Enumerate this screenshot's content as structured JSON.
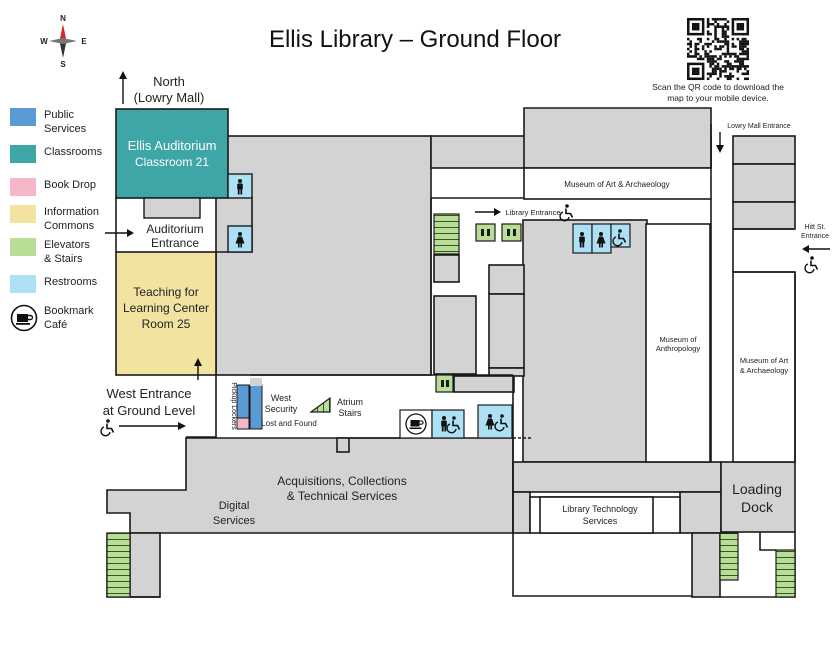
{
  "title": "Ellis Library – Ground Floor",
  "compass": {
    "n": "N",
    "s": "S",
    "e": "E",
    "w": "W"
  },
  "qr_note": "Scan the QR code to download the map to your mobile device.",
  "legend": [
    {
      "label": "Public Services",
      "color": "#5b9bd5"
    },
    {
      "label": "Classrooms",
      "color": "#3fa6a8"
    },
    {
      "label": "Book Drop",
      "color": "#f6b8c8"
    },
    {
      "label": "Information Commons",
      "color": "#f2e4a0"
    },
    {
      "label": "Elevators & Stairs",
      "color": "#b9dd96"
    },
    {
      "label": "Restrooms",
      "color": "#aee0f5"
    },
    {
      "label": "Bookmark Café",
      "icon": "coffee-cup-icon"
    }
  ],
  "colors": {
    "building": "#d3d3d3",
    "wall": "#1a1a1a",
    "classroom": "#3fa6a8",
    "info_commons": "#f2e4a0",
    "public_services": "#5b9bd5",
    "book_drop": "#f6b8c8",
    "stairs": "#b9dd96",
    "restroom": "#aee0f5"
  },
  "labels": {
    "north": "North",
    "lowry_mall": "(Lowry Mall)",
    "auditorium": "Ellis Auditorium",
    "classroom21": "Classroom 21",
    "aud_entrance_1": "Auditorium",
    "aud_entrance_2": "Entrance",
    "teaching_1": "Teaching for",
    "teaching_2": "Learning Center",
    "teaching_3": "Room 25",
    "west_entrance_1": "West Entrance",
    "west_entrance_2": "at Ground Level",
    "pickup_lockers": "Pickup Lockers",
    "west_security_1": "West",
    "west_security_2": "Security",
    "lost_found": "Lost and Found",
    "atrium_1": "Atrium",
    "atrium_2": "Stairs",
    "museum_top": "Museum of Art & Archaeology",
    "library_entrance": "Library Entrance",
    "lowry_mall_entrance": "Lowry Mall Entrance",
    "hitt_1": "Hitt St.",
    "hitt_2": "Entrance",
    "anthro_1": "Museum of",
    "anthro_2": "Anthropology",
    "art_1": "Museum of Art",
    "art_2": "& Archaeology",
    "acq_1": "Acquisitions, Collections",
    "acq_2": "& Technical Services",
    "digital_1": "Digital",
    "digital_2": "Services",
    "libtech_1": "Library Technology",
    "libtech_2": "Services",
    "loading_1": "Loading",
    "loading_2": "Dock"
  }
}
